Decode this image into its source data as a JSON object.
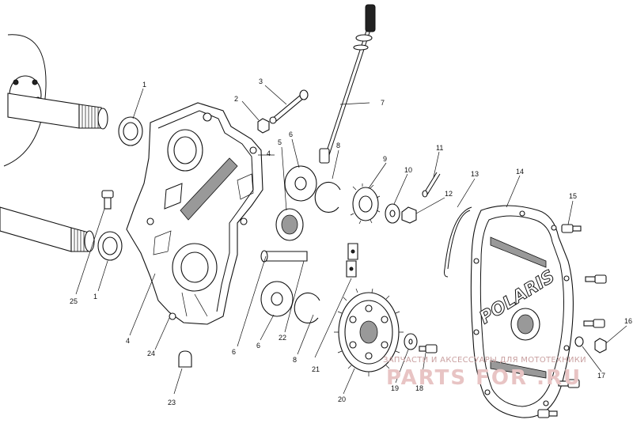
{
  "callouts": {
    "c1a": "1",
    "c1b": "1",
    "c2": "2",
    "c3": "3",
    "c4a": "4",
    "c4b": "4",
    "c5": "5",
    "c6a": "6",
    "c6b": "6",
    "c6c": "6",
    "c7": "7",
    "c8a": "8",
    "c8b": "8",
    "c9": "9",
    "c10": "10",
    "c11": "11",
    "c12": "12",
    "c13": "13",
    "c14": "14",
    "c15": "15",
    "c16": "16",
    "c17": "17",
    "c18": "18",
    "c19": "19",
    "c20": "20",
    "c21": "21",
    "c22": "22",
    "c23": "23",
    "c24": "24",
    "c25": "25"
  },
  "cover_brand": "POLARIS",
  "watermark": {
    "caption": "ЗАПЧАСТИ И АКСЕССУАРЫ ДЛЯ МОТОТЕХНИКИ",
    "logo_text": "PARTS FOR .RU"
  }
}
